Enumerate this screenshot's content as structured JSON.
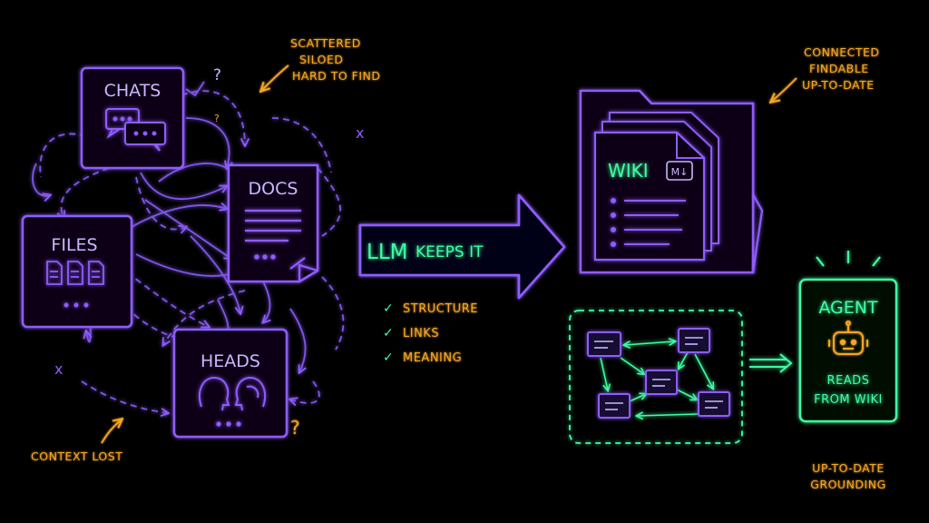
{
  "colors": {
    "background": "#000000",
    "purple": "#8f5cff",
    "purple_light": "#c9b6ff",
    "green": "#3dffa2",
    "orange": "#f5a623"
  },
  "left": {
    "note_top": [
      "SCATTERED",
      "SILOED",
      "HARD TO FIND"
    ],
    "note_bottom": "CONTEXT LOST",
    "cards": {
      "chats": "CHATS",
      "docs": "DOCS",
      "files": "FILES",
      "heads": "HEADS"
    },
    "marks": {
      "question": "?",
      "cross": "x"
    }
  },
  "center": {
    "arrow_label_main": "LLM",
    "arrow_label_rest": "KEEPS IT",
    "checklist": [
      "STRUCTURE",
      "LINKS",
      "MEANING"
    ],
    "check_glyph": "✓"
  },
  "right": {
    "note_top": [
      "CONNECTED",
      "FINDABLE",
      "UP-TO-DATE"
    ],
    "wiki_title": "WIKI",
    "md_badge": "M↓",
    "agent_title": "AGENT",
    "agent_caption": [
      "READS",
      "FROM WIKI"
    ],
    "note_bottom": [
      "UP-TO-DATE",
      "GROUNDING"
    ]
  }
}
